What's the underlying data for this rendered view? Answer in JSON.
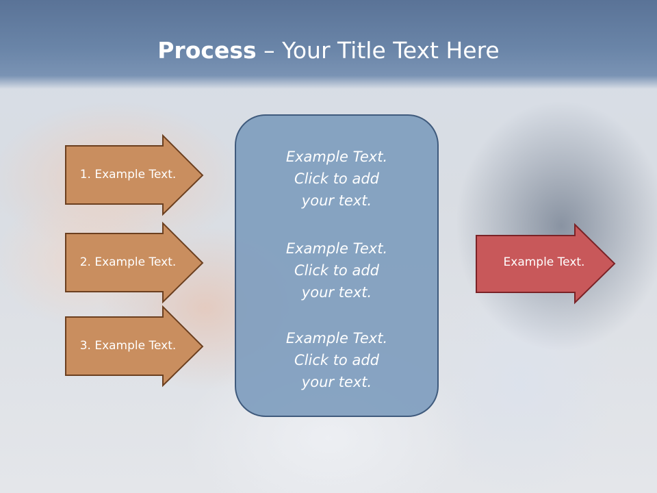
{
  "title": {
    "bold": "Process",
    "rest": " – Your Title Text Here"
  },
  "left_arrows": [
    {
      "label": "1. Example Text."
    },
    {
      "label": "2. Example Text."
    },
    {
      "label": "3. Example Text."
    }
  ],
  "center_box": {
    "blocks": [
      {
        "line1": "Example Text.",
        "line2": "Click  to add",
        "line3": "your text."
      },
      {
        "line1": "Example Text.",
        "line2": "Click  to add",
        "line3": "your text."
      },
      {
        "line1": "Example Text.",
        "line2": "Click  to add",
        "line3": "your text."
      }
    ]
  },
  "right_arrow": {
    "label": "Example Text."
  },
  "colors": {
    "left_arrow_fill": "#c98e5f",
    "left_arrow_stroke": "#6b3f1f",
    "center_box_fill": "#7f9dbe",
    "center_box_stroke": "#3f5a7c",
    "right_arrow_fill": "#c8585a",
    "right_arrow_stroke": "#7a2226",
    "header": "#6481a6"
  }
}
